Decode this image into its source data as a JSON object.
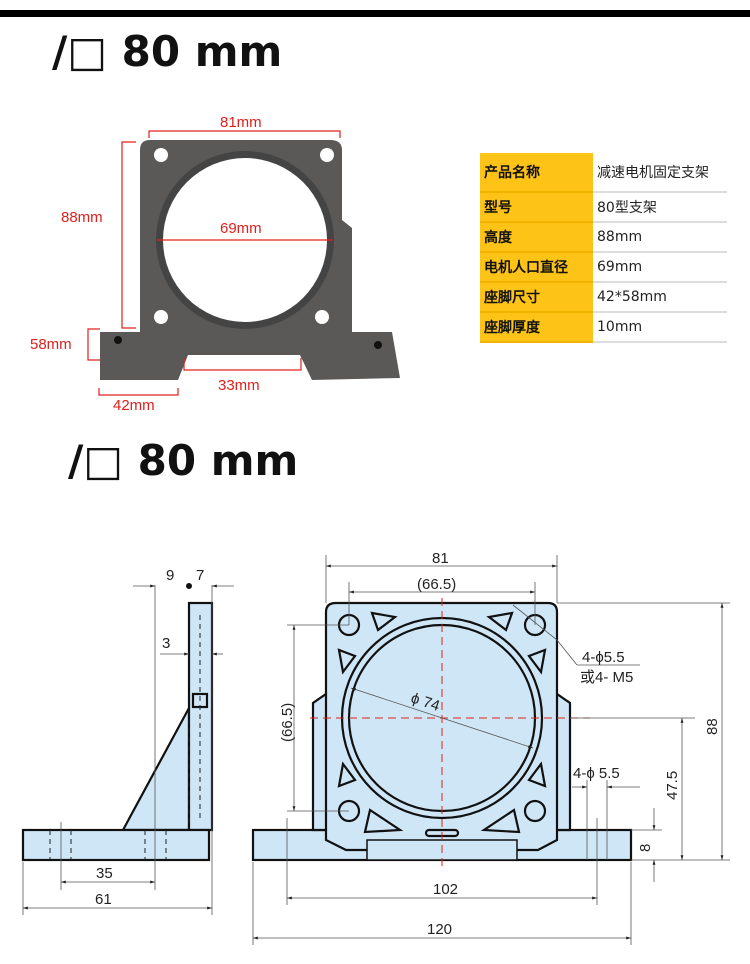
{
  "titles": {
    "top": "/□ 80 mm",
    "bottom": "/□ 80 mm"
  },
  "photo_dims": {
    "width": "81mm",
    "height": "88mm",
    "bore": "69mm",
    "foot_depth": "58mm",
    "gap": "33mm",
    "foot_width": "42mm"
  },
  "spec_table": {
    "rows": [
      {
        "label": "产品名称",
        "value": "减速电机固定支架"
      },
      {
        "label": "型号",
        "value": "80型支架"
      },
      {
        "label": "高度",
        "value": "88mm"
      },
      {
        "label": "电机人口直径",
        "value": "69mm"
      },
      {
        "label": "座脚尺寸",
        "value": "42*58mm"
      },
      {
        "label": "座脚厚度",
        "value": "10mm"
      }
    ]
  },
  "side_view": {
    "d9": "9",
    "d7": "7",
    "d3": "3",
    "d35": "35",
    "d61": "61"
  },
  "front_view": {
    "d81": "81",
    "d665_h": "(66.5)",
    "d665_v": "(66.5)",
    "phi74": "ϕ 74",
    "hole_note_1": "4-ϕ5.5",
    "hole_note_2": "或4- M5",
    "foot_hole": "4-ϕ 5.5",
    "d475": "47.5",
    "d88": "88",
    "d8": "8",
    "d102": "102",
    "d120": "120"
  },
  "colors": {
    "accent": "#fdc316",
    "dim_red": "#e0201c",
    "part_fill": "#cfe6f7"
  }
}
